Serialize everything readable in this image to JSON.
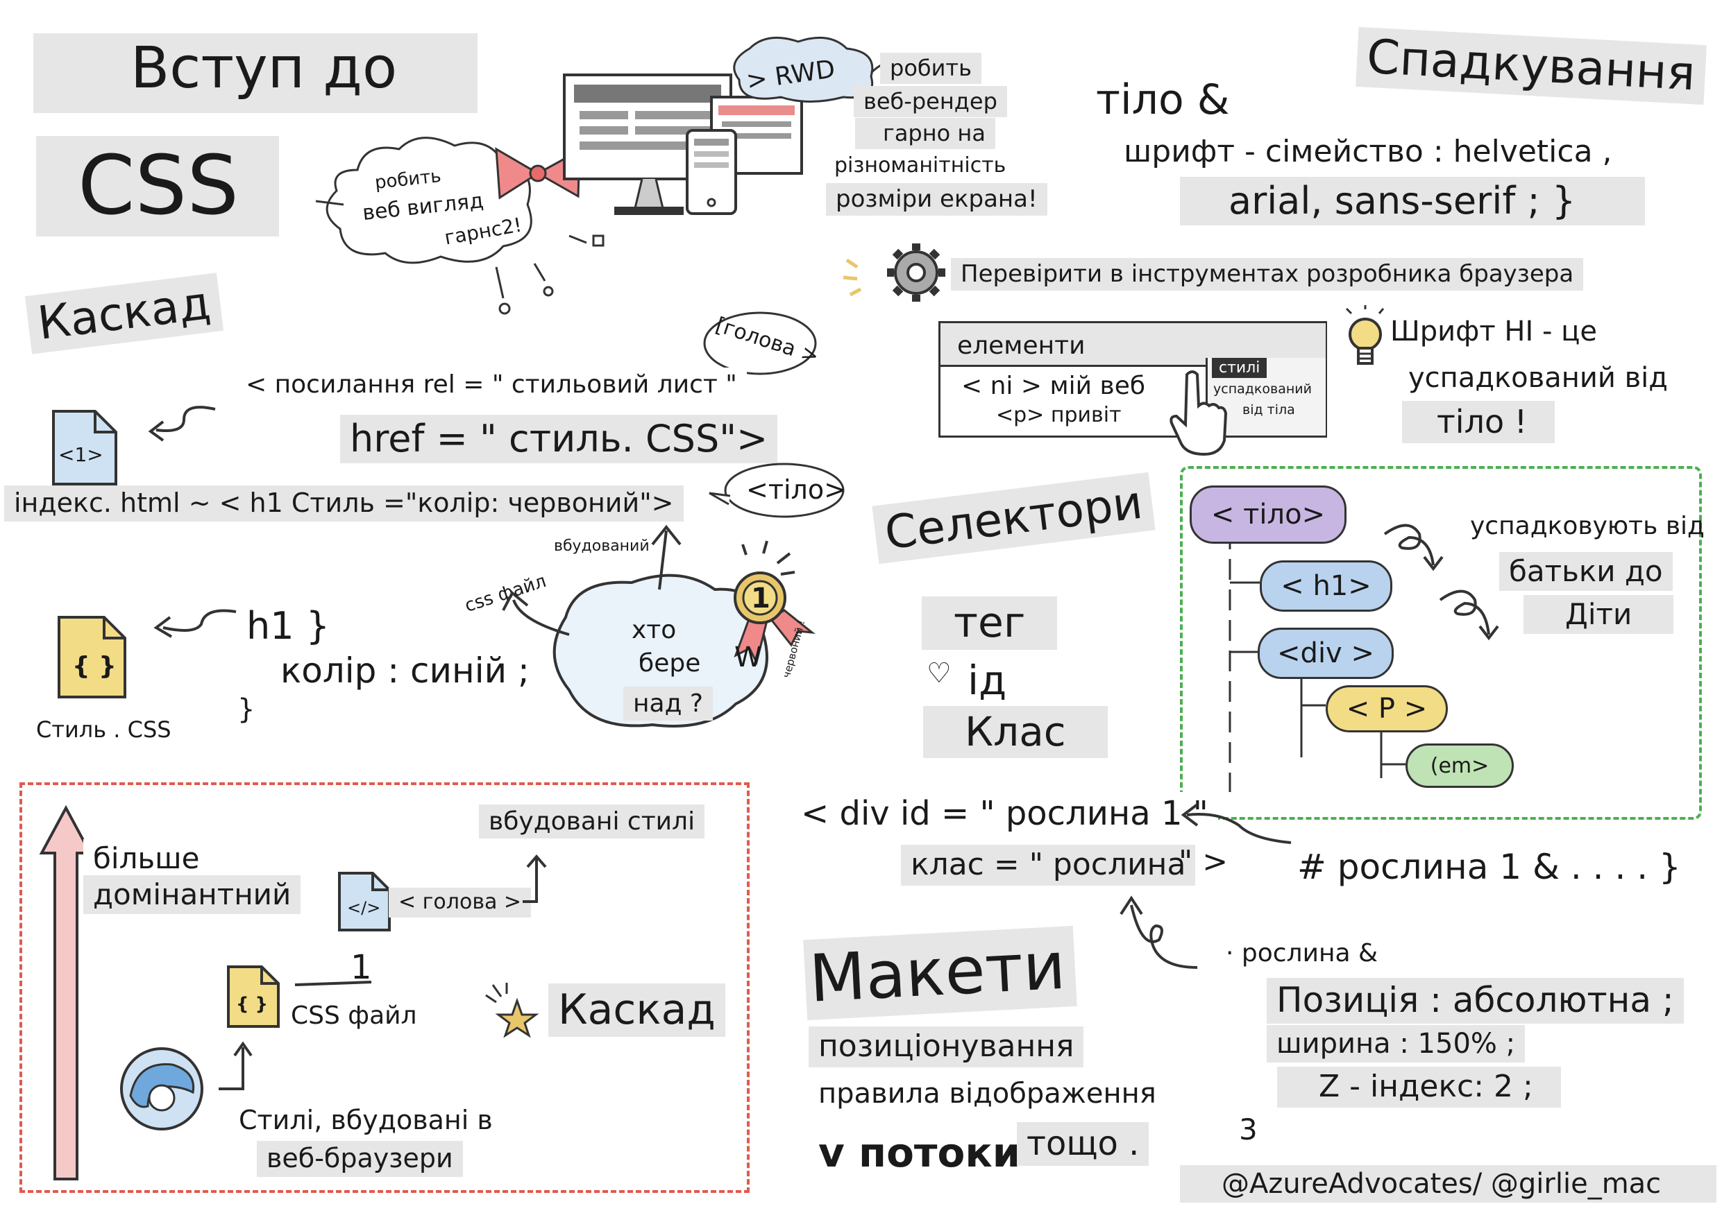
{
  "title": {
    "line1": "Вступ до",
    "line2": "CSS"
  },
  "rwd": {
    "cloud_text": "> RWD",
    "lines": [
      "робить",
      "веб-рендер",
      "гарно на",
      "різноманітність",
      "розміри екрана!"
    ],
    "bow_lines": [
      "робить",
      "веб вигляд",
      "гарнс2!"
    ]
  },
  "inheritance": {
    "title": "Спадкування",
    "code_line1": "тіло &",
    "code_line2": "шрифт - сімейство : helvetica ,",
    "code_line3": "arial, sans-serif ; }",
    "devtools_tip": "Перевірити в інструментах розробника браузера",
    "devtools": {
      "tab_label": "елементи",
      "row1": "< ni > мій веб",
      "row2": "<p> привіт",
      "styles_label": "стилі",
      "inherited_label": "успадкований",
      "from_body_label": "від тіла"
    },
    "tip_lines": [
      "Шрифт HI - це",
      "успадкований від",
      "тіло !"
    ]
  },
  "cascade": {
    "title": "Каскад",
    "head_bubble": "[голова >",
    "link_line": "< посилання rel = \" стильовий лист \"",
    "href_line": "href = \" стиль. CSS\">",
    "file1_label": "<1>",
    "inline_line": "індекс. html ~ < h1 Стиль =\"колір: червоний\">",
    "body_bubble": "<тіло>",
    "inline_label": "вбудований",
    "css_file_label": "css файл",
    "rule_line1": "h1 }",
    "rule_line2": "колір : синій ;",
    "rule_line3": "}",
    "file2_label": "{ }",
    "file2_caption": "Стиль . CSS",
    "who_lines": [
      "хто",
      "бере",
      "над ?"
    ],
    "medal_text": "1",
    "medal_w": "W",
    "red_label": "червоний !"
  },
  "priority": {
    "more_dominant": [
      "більше",
      "домінантний"
    ],
    "inline_styles": "вбудовані стилі",
    "head_label": "< голова >",
    "html_icon": "</>",
    "number": "1",
    "css_icon": "{ }",
    "css_file": "CSS файл",
    "cascade": "Каскад",
    "browser_lines": [
      "Стилі, вбудовані в",
      "веб-браузери"
    ]
  },
  "selectors": {
    "title": "Селектори",
    "items": [
      "тег",
      "ід",
      "Клас"
    ],
    "tree": {
      "body": "< тіло>",
      "h1": "< h1>",
      "div": "<div >",
      "p": "< P >",
      "em": "(em>"
    },
    "tree_colors": {
      "body": "#c8b6e2",
      "h1": "#b9d3ef",
      "div": "#b9d3ef",
      "p": "#f3dc86",
      "em": "#bfe3b4"
    },
    "inherit_lines": [
      "успадковують від",
      "батьки до",
      "Діти"
    ],
    "div_line1": "< div id = \" рослина 1 \"",
    "div_line2": "клас = \" рослина",
    "div_line2_end": "\" >",
    "id_rule": "# рослина 1 & . . . . }"
  },
  "layouts": {
    "title": "Макети",
    "lines": [
      "позиціонування",
      "правила відображення",
      "v потоки"
    ],
    "etc": "тощо .",
    "class_rule_line1": "· рослина &",
    "class_rule_line2": "Позиція : абсолютна ;",
    "class_rule_line3": "ширина : 150% ;",
    "class_rule_line4": "Z - індекс: 2 ;",
    "class_rule_line5": "3"
  },
  "credit": "@AzureAdvocates/ @girlie_mac",
  "colors": {
    "red_dash": "#e05a4f",
    "green_dash": "#4caf50",
    "arrow_pink": "#f6c9c9",
    "gold": "#e8c66a",
    "ribbon": "#f08a8a",
    "gray_box": "#e6e6e6"
  }
}
